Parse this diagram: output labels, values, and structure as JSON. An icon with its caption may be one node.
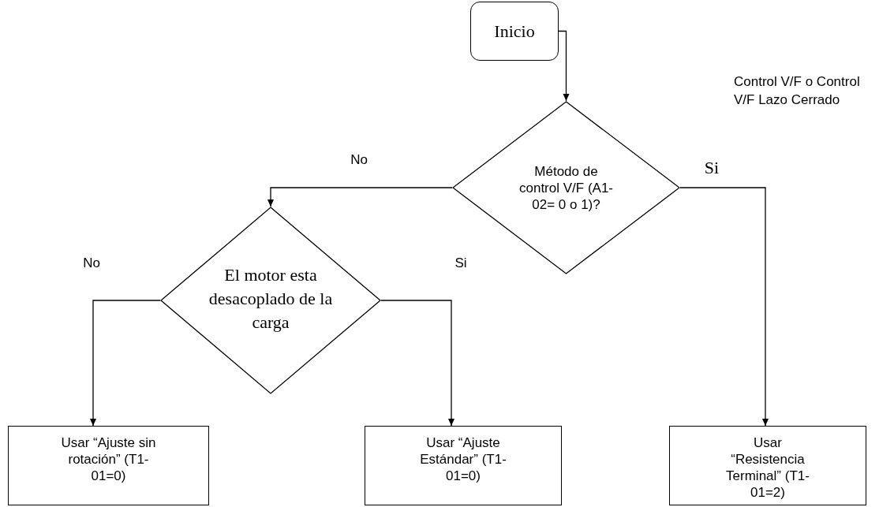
{
  "diagram": {
    "nodes": [
      {
        "text": [
          "Inicio"
        ]
      },
      {
        "text": [
          "Método de control V/F (A1-02= 0 o 1)?"
        ]
      },
      {
        "text": [
          "El motor esta desacoplado de la carga"
        ]
      },
      {
        "text": [
          "Usar “Ajuste sin rotación” (T1-01=0)"
        ]
      },
      {
        "text": [
          "Usar “Ajuste Estándar” (T1-01=0)"
        ]
      },
      {
        "text": [
          "Usar “Resistencia Terminal” (T1-01=2)"
        ]
      }
    ],
    "edges": [
      {
        "from": 0,
        "to": 1,
        "arrow": "to"
      },
      {
        "from": 1,
        "to": 2,
        "arrow": "to",
        "label": "No"
      },
      {
        "from": 1,
        "to": 5,
        "arrow": "to",
        "label": "Si"
      },
      {
        "from": 2,
        "to": 3,
        "arrow": "to",
        "label": "No"
      },
      {
        "from": 2,
        "to": 4,
        "arrow": "to",
        "label": "Si"
      }
    ],
    "labels": [
      "Control V/F o Control V/F Lazo Cerrado"
    ]
  }
}
